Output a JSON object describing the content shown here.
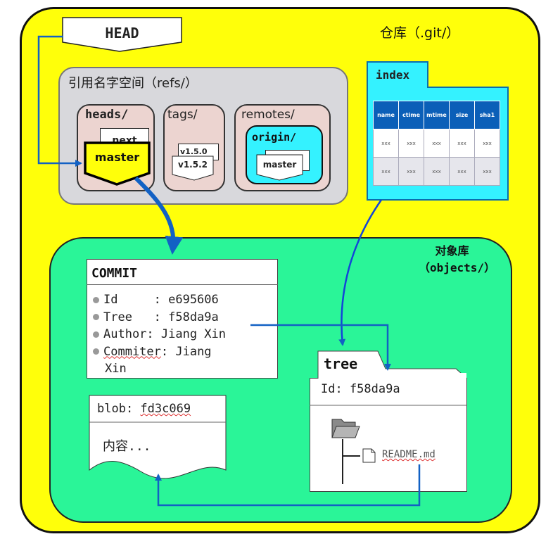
{
  "repo": {
    "title": "仓库（.git/）"
  },
  "head": {
    "label": "HEAD"
  },
  "refs": {
    "title": "引用名字空间（refs/）",
    "heads": {
      "label": "heads/",
      "branches": [
        "next",
        "master"
      ]
    },
    "tags": {
      "label": "tags/",
      "items": [
        "v1.5.0",
        "v1.5.2"
      ]
    },
    "remotes": {
      "label": "remotes/",
      "origin_label": "origin/",
      "origin_branch": "master"
    }
  },
  "index": {
    "label": "index",
    "columns": [
      "name",
      "ctime",
      "mtime",
      "size",
      "sha1"
    ],
    "rows": [
      [
        "xxx",
        "xxx",
        "xxx",
        "xxx",
        "xxx"
      ],
      [
        "xxx",
        "xxx",
        "xxx",
        "xxx",
        "xxx"
      ]
    ]
  },
  "objects": {
    "title_line1": "对象库",
    "title_line2": "（objects/）",
    "commit": {
      "title": "COMMIT",
      "id": "Id     : e695606",
      "tree": "Tree   : f58da9a",
      "author": "Author: Jiang Xin",
      "commiter_key": "Commiter",
      "commiter_value": ": Jiang",
      "commiter_cont": "Xin"
    },
    "blob": {
      "title_prefix": "blob: ",
      "title_hash": "fd3c069",
      "content": "内容..."
    },
    "tree": {
      "label": "tree",
      "id": "Id: f58da9a",
      "file": "README.md"
    }
  },
  "colors": {
    "repo": "#ffff0a",
    "objects": "#2af598",
    "index": "#34f2ff",
    "refs": "#d8d8dc",
    "arrow": "#1261c4"
  }
}
